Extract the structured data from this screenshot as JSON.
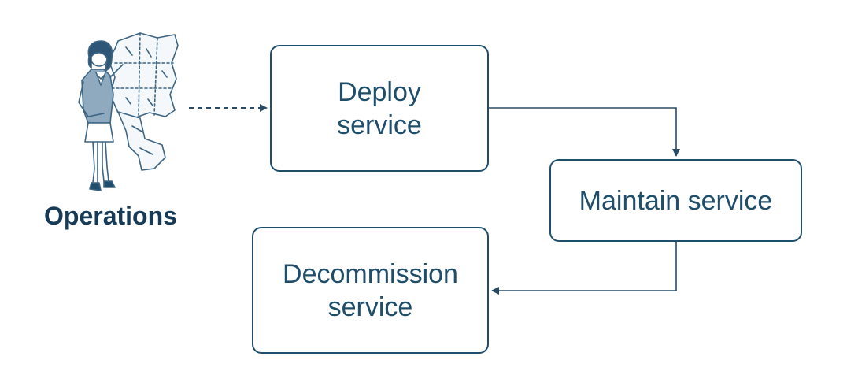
{
  "diagram": {
    "actor": {
      "label": "Operations",
      "icon": "person-reading-document-icon"
    },
    "steps": [
      {
        "label": "Deploy\nservice"
      },
      {
        "label": "Maintain service"
      },
      {
        "label": "Decommission\nservice"
      }
    ]
  },
  "colors": {
    "box_border": "#1f4e6b",
    "text": "#1f4e6b",
    "actor_label": "#173a57",
    "connector": "#2a4b66",
    "figure_outline": "#3d6584",
    "figure_fill": "#a9c0d4"
  }
}
